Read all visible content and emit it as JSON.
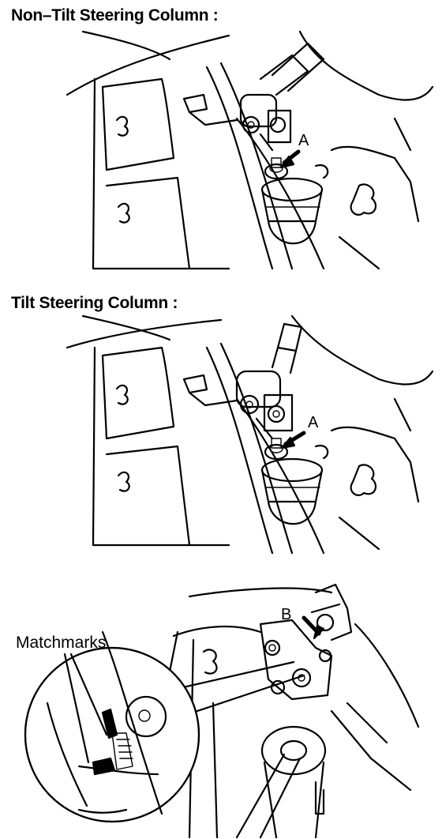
{
  "figure": {
    "headings": {
      "non_tilt": "Non–Tilt Steering Column :",
      "tilt": "Tilt Steering Column :"
    },
    "callouts": {
      "a_non_tilt": "A",
      "a_tilt": "A",
      "b": "B",
      "matchmarks": "Matchmarks"
    }
  }
}
